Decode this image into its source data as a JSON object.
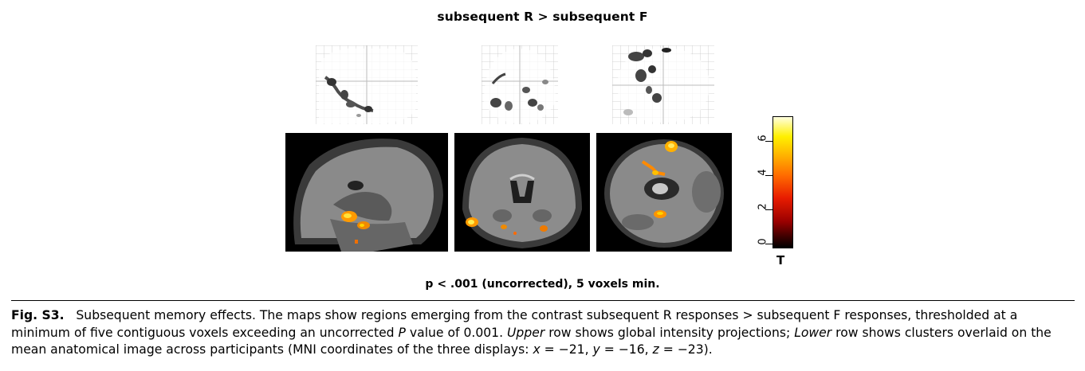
{
  "figure": {
    "title": "subsequent R > subsequent F",
    "threshold_note": "p < .001 (uncorrected), 5 voxels min.",
    "colorbar": {
      "label": "T",
      "ticks": [
        "0",
        "2",
        "4",
        "6"
      ],
      "colors": [
        "#000000",
        "#9a0000",
        "#e81c00",
        "#ff6a00",
        "#ffb000",
        "#fff000",
        "#ffffe0"
      ]
    },
    "panels": {
      "upper_row": [
        "sagittal-glass-brain",
        "coronal-glass-brain",
        "axial-glass-brain"
      ],
      "lower_row": [
        "sagittal-slice",
        "coronal-slice",
        "axial-slice"
      ]
    }
  },
  "caption": {
    "label": "Fig. S3.",
    "text_1": "Subsequent memory effects. The maps show regions emerging from the contrast subsequent R responses > subsequent F responses, thresholded at a minimum of five contiguous voxels exceeding an uncorrected ",
    "p_italic": "P",
    "text_2": " value of 0.001. ",
    "upper_italic": "Upper",
    "text_3": " row shows global intensity projections; ",
    "lower_italic": "Lower",
    "text_4": " row shows clusters overlaid on the mean anatomical image across participants (MNI coordinates of the three displays: ",
    "x_italic": "x",
    "x_val": " = −21, ",
    "y_italic": "y",
    "y_val": " = −16, ",
    "z_italic": "z",
    "z_val": " = −23)."
  }
}
